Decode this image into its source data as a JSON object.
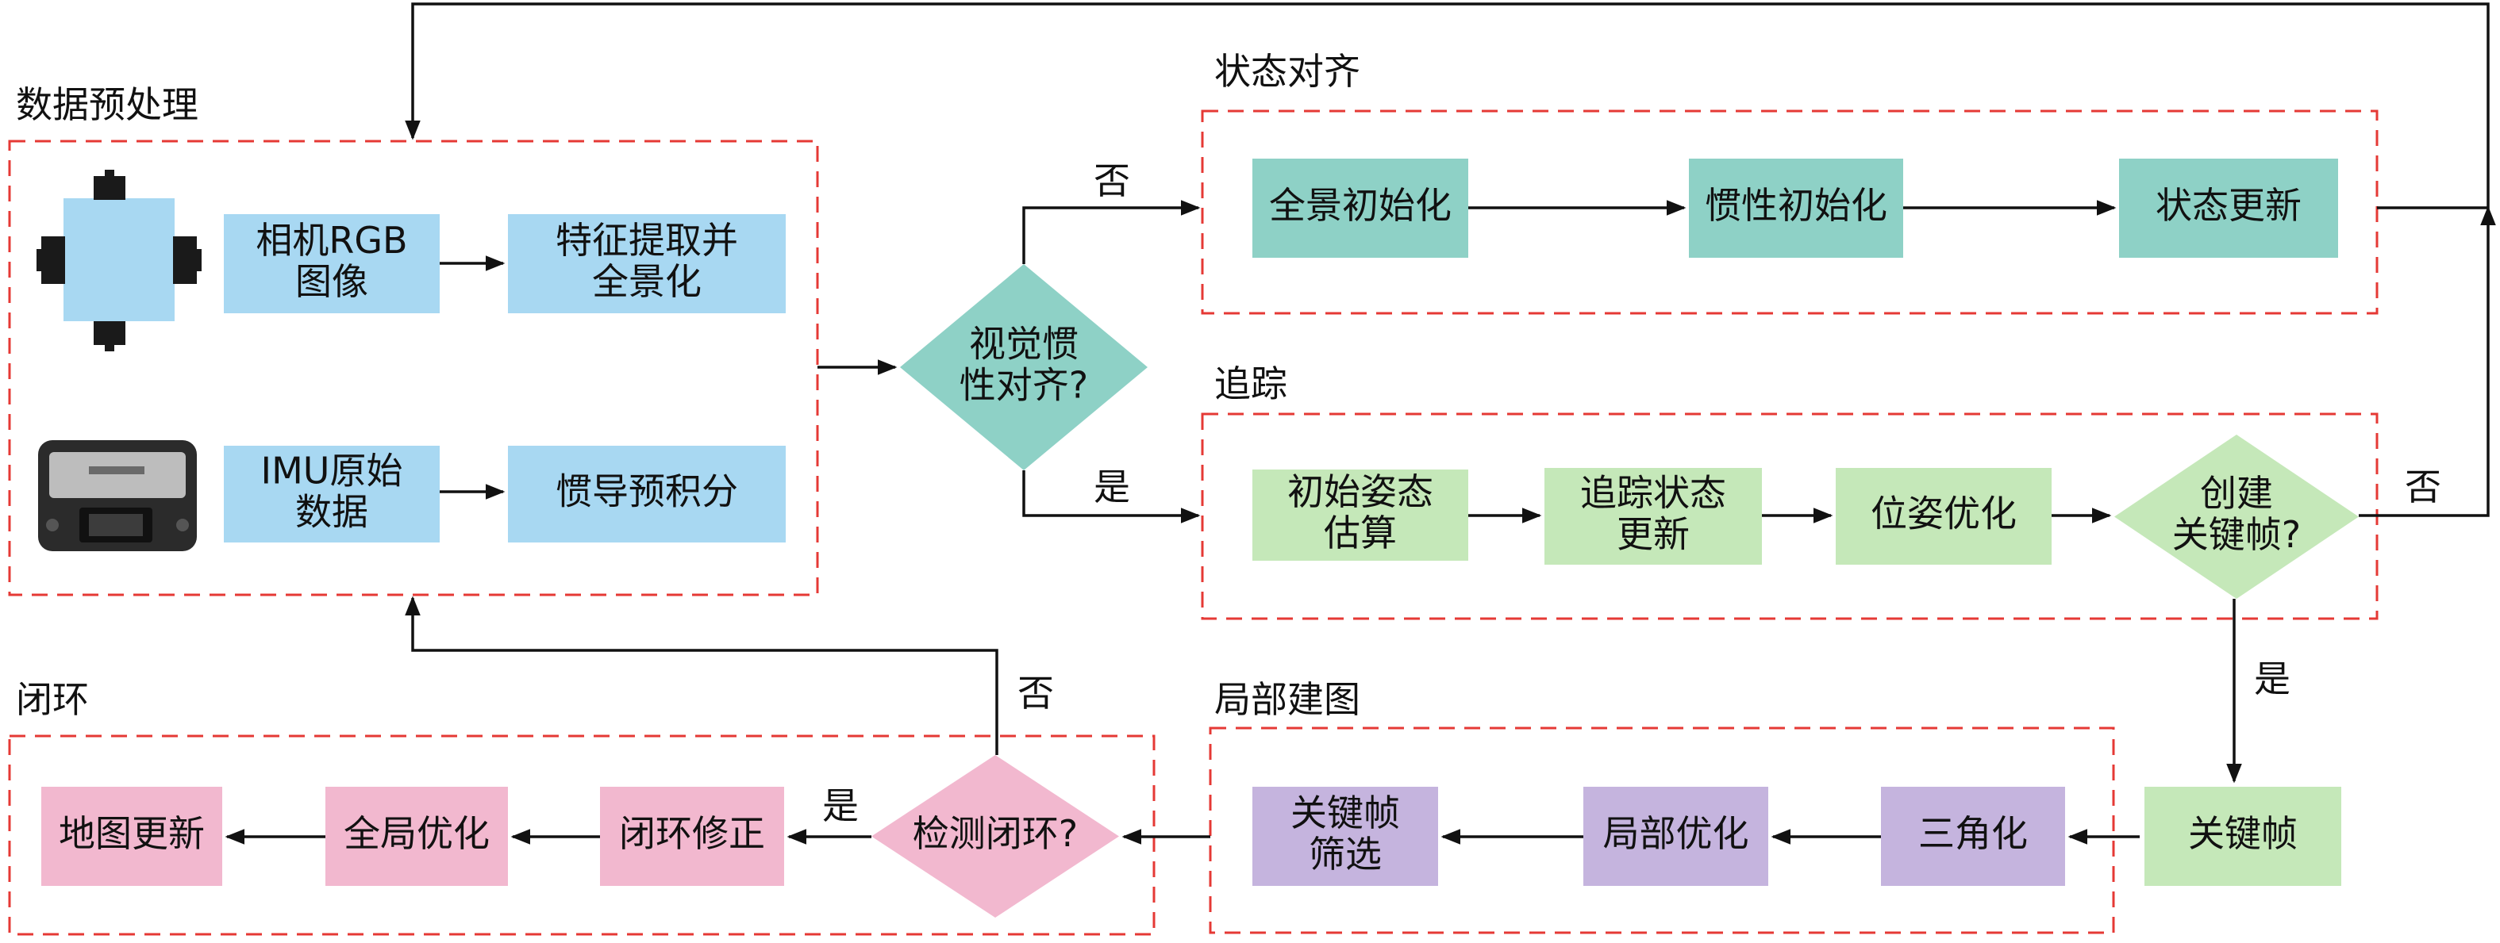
{
  "colors": {
    "blue": "#a8d8f2",
    "teal": "#8ed1c6",
    "green": "#c5e8b9",
    "purple": "#c5b4de",
    "pink": "#f2b8cf",
    "group_border": "#e53935",
    "arrow": "#111111"
  },
  "groups": {
    "preprocess": "数据预处理",
    "state_align": "状态对齐",
    "tracking": "追踪",
    "local_mapping": "局部建图",
    "loop": "闭环"
  },
  "nodes": {
    "camera_rgb": [
      "相机RGB",
      "图像"
    ],
    "feature_extract": [
      "特征提取并",
      "全景化"
    ],
    "imu_raw": [
      "IMU原始",
      "数据"
    ],
    "preintegration": [
      "惯导预积分"
    ],
    "vi_align": [
      "视觉惯",
      "性对齐?"
    ],
    "pano_init": [
      "全景初始化"
    ],
    "inertial_init": [
      "惯性初始化"
    ],
    "state_update": [
      "状态更新"
    ],
    "init_pose": [
      "初始姿态",
      "估算"
    ],
    "track_update": [
      "追踪状态",
      "更新"
    ],
    "pose_opt": [
      "位姿优化"
    ],
    "create_kf": [
      "创建",
      "关键帧?"
    ],
    "keyframe": [
      "关键帧"
    ],
    "triangulate": [
      "三角化"
    ],
    "local_opt": [
      "局部优化"
    ],
    "kf_filter": [
      "关键帧",
      "筛选"
    ],
    "detect_loop": [
      "检测闭环?"
    ],
    "loop_fix": [
      "闭环修正"
    ],
    "global_opt": [
      "全局优化"
    ],
    "map_update": [
      "地图更新"
    ]
  },
  "edge_labels": {
    "vi_no": "否",
    "vi_yes": "是",
    "kf_no": "否",
    "kf_yes": "是",
    "loop_no": "否",
    "loop_yes": "是"
  },
  "icons": {
    "camera": "panoramic-camera-icon",
    "imu": "imu-sensor-icon"
  }
}
